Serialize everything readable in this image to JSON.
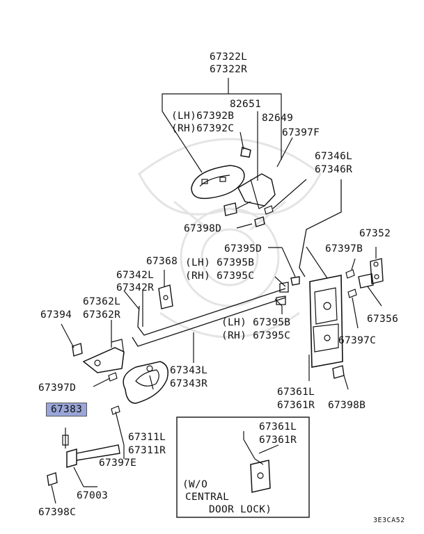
{
  "labels": {
    "p67322": [
      "67322L",
      "67322R"
    ],
    "p82651": "82651",
    "p67392": [
      "(LH)67392B",
      "(RH)67392C"
    ],
    "p82649": "82649",
    "p67397F": "67397F",
    "p67346": [
      "67346L",
      "67346R"
    ],
    "p67398D": "67398D",
    "p67352": "67352",
    "p67395D": "67395D",
    "p67395top": [
      "(LH) 67395B",
      "(RH) 67395C"
    ],
    "p67397B": "67397B",
    "p67368": "67368",
    "p67342": [
      "67342L",
      "67342R"
    ],
    "p67362": [
      "67362L",
      "67362R"
    ],
    "p67394": "67394",
    "p67356": "67356",
    "p67395bot": [
      "(LH) 67395B",
      "(RH) 67395C"
    ],
    "p67397C": "67397C",
    "p67343": [
      "67343L",
      "67343R"
    ],
    "p67397D": "67397D",
    "p67361": [
      "67361L",
      "67361R"
    ],
    "p67398B": "67398B",
    "p67383": "67383",
    "p67311": [
      "67311L",
      "67311R"
    ],
    "p67397E": "67397E",
    "p67003": "67003",
    "p67398C": "67398C",
    "inset_part": [
      "67361L",
      "67361R"
    ],
    "inset_note": [
      "(W/O",
      "CENTRAL",
      "DOOR LOCK)"
    ],
    "code": "3E3CA52"
  },
  "colors": {
    "line": "#111111",
    "highlight": "#9aa6d8",
    "watermark": "#e6e6e6"
  }
}
